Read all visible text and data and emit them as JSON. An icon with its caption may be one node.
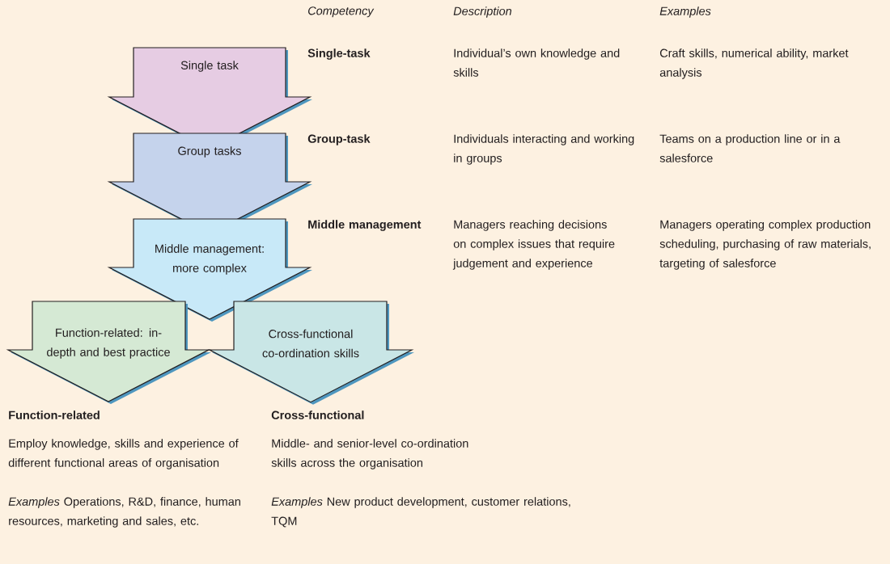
{
  "diagram": {
    "nodes": [
      {
        "text": [
          "Single task"
        ]
      },
      {
        "text": [
          "Group tasks"
        ]
      },
      {
        "text": [
          "Middle management: more complex"
        ]
      },
      {
        "text": [
          "Function-related: in-depth and best practice"
        ]
      },
      {
        "text": [
          "Cross-functional co-ordination skills"
        ]
      }
    ],
    "labels": [
      "Competency",
      "Description",
      "Examples",
      "Single-task",
      "Individual’s own knowledge and skills",
      "Craft skills, numerical ability, market analysis",
      "Group-task",
      "Individuals interacting and working in groups",
      "Teams on a production line or in a salesforce",
      "Middle management",
      "Managers reaching decisions on complex issues that require judgement and experience",
      "Managers operating complex production scheduling, purchasing of raw materials, targeting of salesforce",
      "Function-related",
      "Employ knowledge, skills and experience of different functional areas of organisation",
      "*Examples* Operations, R&D, finance, human resources, marketing and sales, etc.",
      "Cross-functional",
      "Middle- and senior-level co-ordination skills across the organisation",
      "*Examples* New product development, customer relations, TQM"
    ]
  }
}
